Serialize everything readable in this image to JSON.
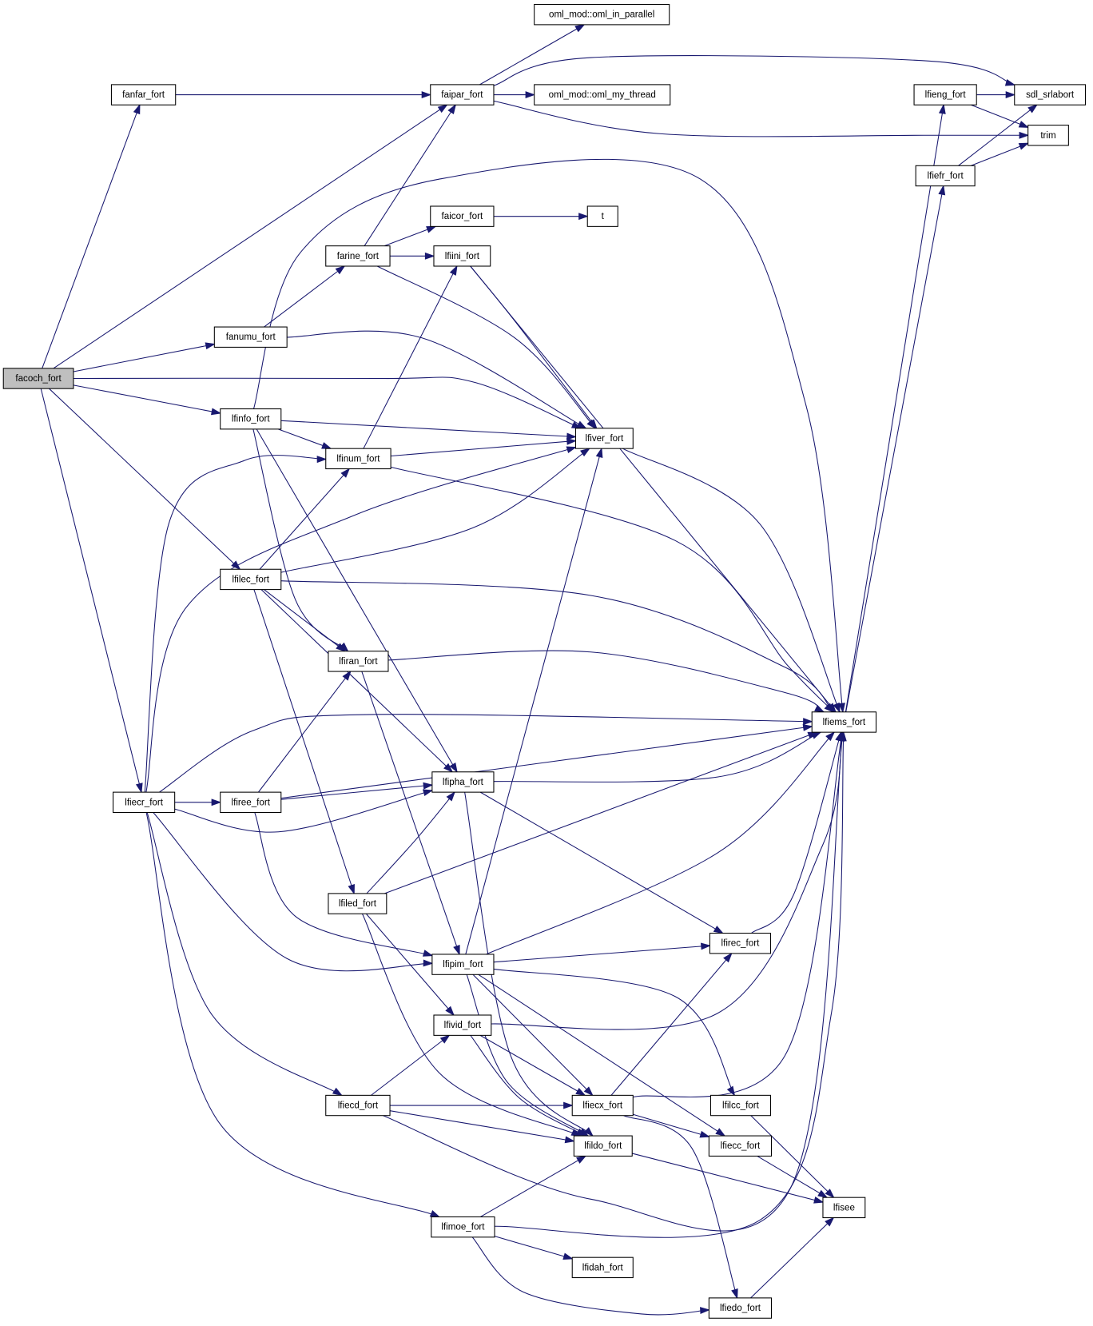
{
  "graph": {
    "root": "facoch_fort",
    "edge_color": "#191970",
    "root_fill": "#bfbfbf",
    "nodes": [
      {
        "id": "facoch_fort",
        "label": "facoch_fort"
      },
      {
        "id": "fanfar_fort",
        "label": "fanfar_fort"
      },
      {
        "id": "faipar_fort",
        "label": "faipar_fort"
      },
      {
        "id": "oml_in_parallel",
        "label": "oml_mod::oml_in_parallel"
      },
      {
        "id": "oml_my_thread",
        "label": "oml_mod::oml_my_thread"
      },
      {
        "id": "sdl_srlabort",
        "label": "sdl_srlabort"
      },
      {
        "id": "lfieng_fort",
        "label": "lfieng_fort"
      },
      {
        "id": "trim",
        "label": "trim"
      },
      {
        "id": "lfiefr_fort",
        "label": "lfiefr_fort"
      },
      {
        "id": "faicor_fort",
        "label": "faicor_fort"
      },
      {
        "id": "t",
        "label": "t"
      },
      {
        "id": "farine_fort",
        "label": "farine_fort"
      },
      {
        "id": "lfiini_fort",
        "label": "lfiini_fort"
      },
      {
        "id": "fanumu_fort",
        "label": "fanumu_fort"
      },
      {
        "id": "lfinfo_fort",
        "label": "lfinfo_fort"
      },
      {
        "id": "lfinum_fort",
        "label": "lfinum_fort"
      },
      {
        "id": "lfiver_fort",
        "label": "lfiver_fort"
      },
      {
        "id": "lfilec_fort",
        "label": "lfilec_fort"
      },
      {
        "id": "lfiran_fort",
        "label": "lfiran_fort"
      },
      {
        "id": "lfiems_fort",
        "label": "lfiems_fort"
      },
      {
        "id": "lfiecr_fort",
        "label": "lfiecr_fort"
      },
      {
        "id": "lfiree_fort",
        "label": "lfiree_fort"
      },
      {
        "id": "lfipha_fort",
        "label": "lfipha_fort"
      },
      {
        "id": "lfiled_fort",
        "label": "lfiled_fort"
      },
      {
        "id": "lfirec_fort",
        "label": "lfirec_fort"
      },
      {
        "id": "lfipim_fort",
        "label": "lfipim_fort"
      },
      {
        "id": "lfivid_fort",
        "label": "lfivid_fort"
      },
      {
        "id": "lfiecd_fort",
        "label": "lfiecd_fort"
      },
      {
        "id": "lfiecx_fort",
        "label": "lfiecx_fort"
      },
      {
        "id": "lfilcc_fort",
        "label": "lfilcc_fort"
      },
      {
        "id": "lfildo_fort",
        "label": "lfildo_fort"
      },
      {
        "id": "lfiecc_fort",
        "label": "lfiecc_fort"
      },
      {
        "id": "lfisee",
        "label": "lfisee"
      },
      {
        "id": "lfimoe_fort",
        "label": "lfimoe_fort"
      },
      {
        "id": "lfidah_fort",
        "label": "lfidah_fort"
      },
      {
        "id": "lfiedo_fort",
        "label": "lfiedo_fort"
      }
    ],
    "edges": [
      [
        "facoch_fort",
        "fanfar_fort"
      ],
      [
        "facoch_fort",
        "faipar_fort"
      ],
      [
        "facoch_fort",
        "fanumu_fort"
      ],
      [
        "facoch_fort",
        "lfiver_fort"
      ],
      [
        "facoch_fort",
        "lfinfo_fort"
      ],
      [
        "facoch_fort",
        "lfilec_fort"
      ],
      [
        "facoch_fort",
        "lfiecr_fort"
      ],
      [
        "fanfar_fort",
        "faipar_fort"
      ],
      [
        "faipar_fort",
        "oml_in_parallel"
      ],
      [
        "faipar_fort",
        "oml_my_thread"
      ],
      [
        "faipar_fort",
        "sdl_srlabort"
      ],
      [
        "faipar_fort",
        "trim"
      ],
      [
        "lfieng_fort",
        "sdl_srlabort"
      ],
      [
        "lfieng_fort",
        "trim"
      ],
      [
        "lfiefr_fort",
        "sdl_srlabort"
      ],
      [
        "lfiefr_fort",
        "trim"
      ],
      [
        "faicor_fort",
        "t"
      ],
      [
        "farine_fort",
        "faipar_fort"
      ],
      [
        "farine_fort",
        "faicor_fort"
      ],
      [
        "farine_fort",
        "lfiini_fort"
      ],
      [
        "farine_fort",
        "lfiver_fort"
      ],
      [
        "fanumu_fort",
        "farine_fort"
      ],
      [
        "fanumu_fort",
        "lfiver_fort"
      ],
      [
        "lfiini_fort",
        "lfiver_fort"
      ],
      [
        "lfiini_fort",
        "lfiems_fort"
      ],
      [
        "lfinfo_fort",
        "lfiems_fort"
      ],
      [
        "lfinfo_fort",
        "lfiver_fort"
      ],
      [
        "lfinfo_fort",
        "lfinum_fort"
      ],
      [
        "lfinfo_fort",
        "lfiran_fort"
      ],
      [
        "lfinfo_fort",
        "lfipha_fort"
      ],
      [
        "lfinum_fort",
        "lfiini_fort"
      ],
      [
        "lfinum_fort",
        "lfiver_fort"
      ],
      [
        "lfinum_fort",
        "lfiems_fort"
      ],
      [
        "lfiver_fort",
        "lfiems_fort"
      ],
      [
        "lfilec_fort",
        "lfinum_fort"
      ],
      [
        "lfilec_fort",
        "lfiver_fort"
      ],
      [
        "lfilec_fort",
        "lfiems_fort"
      ],
      [
        "lfilec_fort",
        "lfiran_fort"
      ],
      [
        "lfilec_fort",
        "lfipha_fort"
      ],
      [
        "lfilec_fort",
        "lfiled_fort"
      ],
      [
        "lfiran_fort",
        "lfiems_fort"
      ],
      [
        "lfiran_fort",
        "lfipim_fort"
      ],
      [
        "lfiems_fort",
        "lfieng_fort"
      ],
      [
        "lfiems_fort",
        "lfiefr_fort"
      ],
      [
        "lfiecr_fort",
        "lfinum_fort"
      ],
      [
        "lfiecr_fort",
        "lfiver_fort"
      ],
      [
        "lfiecr_fort",
        "lfiems_fort"
      ],
      [
        "lfiecr_fort",
        "lfiree_fort"
      ],
      [
        "lfiecr_fort",
        "lfipha_fort"
      ],
      [
        "lfiecr_fort",
        "lfipim_fort"
      ],
      [
        "lfiecr_fort",
        "lfiecd_fort"
      ],
      [
        "lfiecr_fort",
        "lfimoe_fort"
      ],
      [
        "lfiree_fort",
        "lfiran_fort"
      ],
      [
        "lfiree_fort",
        "lfipha_fort"
      ],
      [
        "lfiree_fort",
        "lfiems_fort"
      ],
      [
        "lfiree_fort",
        "lfipim_fort"
      ],
      [
        "lfipha_fort",
        "lfiems_fort"
      ],
      [
        "lfipha_fort",
        "lfirec_fort"
      ],
      [
        "lfipha_fort",
        "lfildo_fort"
      ],
      [
        "lfiled_fort",
        "lfipha_fort"
      ],
      [
        "lfiled_fort",
        "lfiems_fort"
      ],
      [
        "lfiled_fort",
        "lfivid_fort"
      ],
      [
        "lfiled_fort",
        "lfildo_fort"
      ],
      [
        "lfipim_fort",
        "lfiver_fort"
      ],
      [
        "lfipim_fort",
        "lfiems_fort"
      ],
      [
        "lfipim_fort",
        "lfirec_fort"
      ],
      [
        "lfipim_fort",
        "lfiecx_fort"
      ],
      [
        "lfipim_fort",
        "lfildo_fort"
      ],
      [
        "lfipim_fort",
        "lfiecc_fort"
      ],
      [
        "lfipim_fort",
        "lfilcc_fort"
      ],
      [
        "lfirec_fort",
        "lfiems_fort"
      ],
      [
        "lfivid_fort",
        "lfiems_fort"
      ],
      [
        "lfivid_fort",
        "lfiecx_fort"
      ],
      [
        "lfivid_fort",
        "lfildo_fort"
      ],
      [
        "lfiecd_fort",
        "lfivid_fort"
      ],
      [
        "lfiecd_fort",
        "lfiecx_fort"
      ],
      [
        "lfiecd_fort",
        "lfildo_fort"
      ],
      [
        "lfiecd_fort",
        "lfiems_fort"
      ],
      [
        "lfiecx_fort",
        "lfirec_fort"
      ],
      [
        "lfiecx_fort",
        "lfiems_fort"
      ],
      [
        "lfiecx_fort",
        "lfiecc_fort"
      ],
      [
        "lfiecx_fort",
        "lfiedo_fort"
      ],
      [
        "lfildo_fort",
        "lfisee"
      ],
      [
        "lfilcc_fort",
        "lfisee"
      ],
      [
        "lfiecc_fort",
        "lfisee"
      ],
      [
        "lfimoe_fort",
        "lfildo_fort"
      ],
      [
        "lfimoe_fort",
        "lfiems_fort"
      ],
      [
        "lfimoe_fort",
        "lfidah_fort"
      ],
      [
        "lfimoe_fort",
        "lfiedo_fort"
      ],
      [
        "lfiedo_fort",
        "lfisee"
      ]
    ]
  }
}
